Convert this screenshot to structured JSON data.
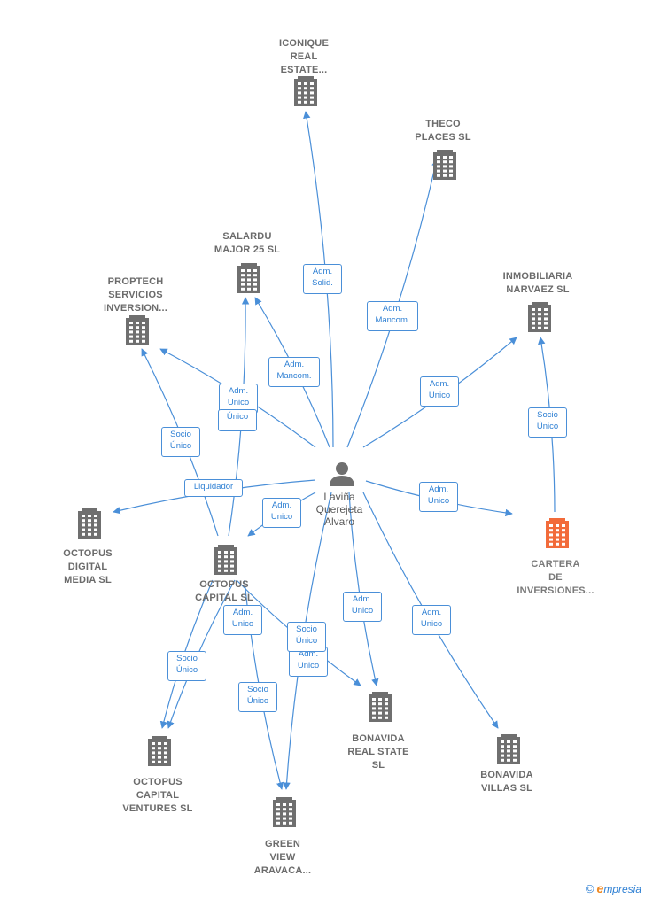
{
  "center": {
    "label": "Laviña\nQuerejeta\nAlvaro",
    "icon": "person-icon"
  },
  "colors": {
    "edge": "#4a8fd8",
    "building": "#6f6f6f",
    "highlight": "#f26b3a"
  },
  "nodes": [
    {
      "id": "iconique",
      "label": "ICONIQUE\nREAL\nESTATE...",
      "icon": "building-icon"
    },
    {
      "id": "theco",
      "label": "THECO\nPLACES  SL",
      "icon": "building-icon"
    },
    {
      "id": "salardu",
      "label": "SALARDU\nMAJOR 25  SL",
      "icon": "building-icon"
    },
    {
      "id": "proptech",
      "label": "PROPTECH\nSERVICIOS\nINVERSION...",
      "icon": "building-icon"
    },
    {
      "id": "inmobiliaria",
      "label": "INMOBILIARIA\nNARVAEZ  SL",
      "icon": "building-icon"
    },
    {
      "id": "cartera",
      "label": "CARTERA\nDE\nINVERSIONES...",
      "icon": "building-icon",
      "highlight": true
    },
    {
      "id": "octopus_digital",
      "label": "OCTOPUS\nDIGITAL\nMEDIA  SL",
      "icon": "building-icon"
    },
    {
      "id": "octopus_capital",
      "label": "OCTOPUS\nCAPITAL SL",
      "icon": "building-icon"
    },
    {
      "id": "octopus_ventures",
      "label": "OCTOPUS\nCAPITAL\nVENTURES  SL",
      "icon": "building-icon"
    },
    {
      "id": "green_view",
      "label": "GREEN\nVIEW\nARAVACA...",
      "icon": "building-icon"
    },
    {
      "id": "bonavida_real",
      "label": "BONAVIDA\nREAL STATE\nSL",
      "icon": "building-icon"
    },
    {
      "id": "bonavida_villas",
      "label": "BONAVIDA\nVILLAS  SL",
      "icon": "building-icon"
    }
  ],
  "edges": [
    {
      "from": "center",
      "to": "iconique",
      "label": "Adm.\nSolid."
    },
    {
      "from": "center",
      "to": "theco",
      "label": "Adm.\nMancom."
    },
    {
      "from": "center",
      "to": "salardu",
      "label": "Adm.\nMancom."
    },
    {
      "from": "octopus_capital",
      "to": "salardu",
      "label": "Adm.\nUnico"
    },
    {
      "from": "center",
      "to": "proptech",
      "label": "Único"
    },
    {
      "from": "octopus_capital",
      "to": "proptech",
      "label": "Socio\nÚnico"
    },
    {
      "from": "center",
      "to": "inmobiliaria",
      "label": "Adm.\nUnico"
    },
    {
      "from": "cartera",
      "to": "inmobiliaria",
      "label": "Socio\nÚnico"
    },
    {
      "from": "center",
      "to": "cartera",
      "label": "Adm.\nUnico"
    },
    {
      "from": "center",
      "to": "octopus_digital",
      "label": "Liquidador"
    },
    {
      "from": "center",
      "to": "octopus_capital",
      "label": "Adm.\nUnico"
    },
    {
      "from": "octopus_capital",
      "to": "octopus_ventures",
      "label": "Socio\nÚnico"
    },
    {
      "from": "octopus_capital",
      "to": "octopus_ventures",
      "label": "Adm.\nUnico"
    },
    {
      "from": "octopus_capital",
      "to": "green_view",
      "label": "Socio\nÚnico"
    },
    {
      "from": "center",
      "to": "green_view",
      "label": "Adm.\nUnico"
    },
    {
      "from": "octopus_capital",
      "to": "bonavida_real",
      "label": "Socio\nÚnico"
    },
    {
      "from": "center",
      "to": "bonavida_real",
      "label": "Adm.\nUnico"
    },
    {
      "from": "center",
      "to": "bonavida_villas",
      "label": "Adm.\nUnico"
    }
  ],
  "footer": {
    "copyright": "©",
    "brand_first": "e",
    "brand_rest": "mpresia"
  }
}
